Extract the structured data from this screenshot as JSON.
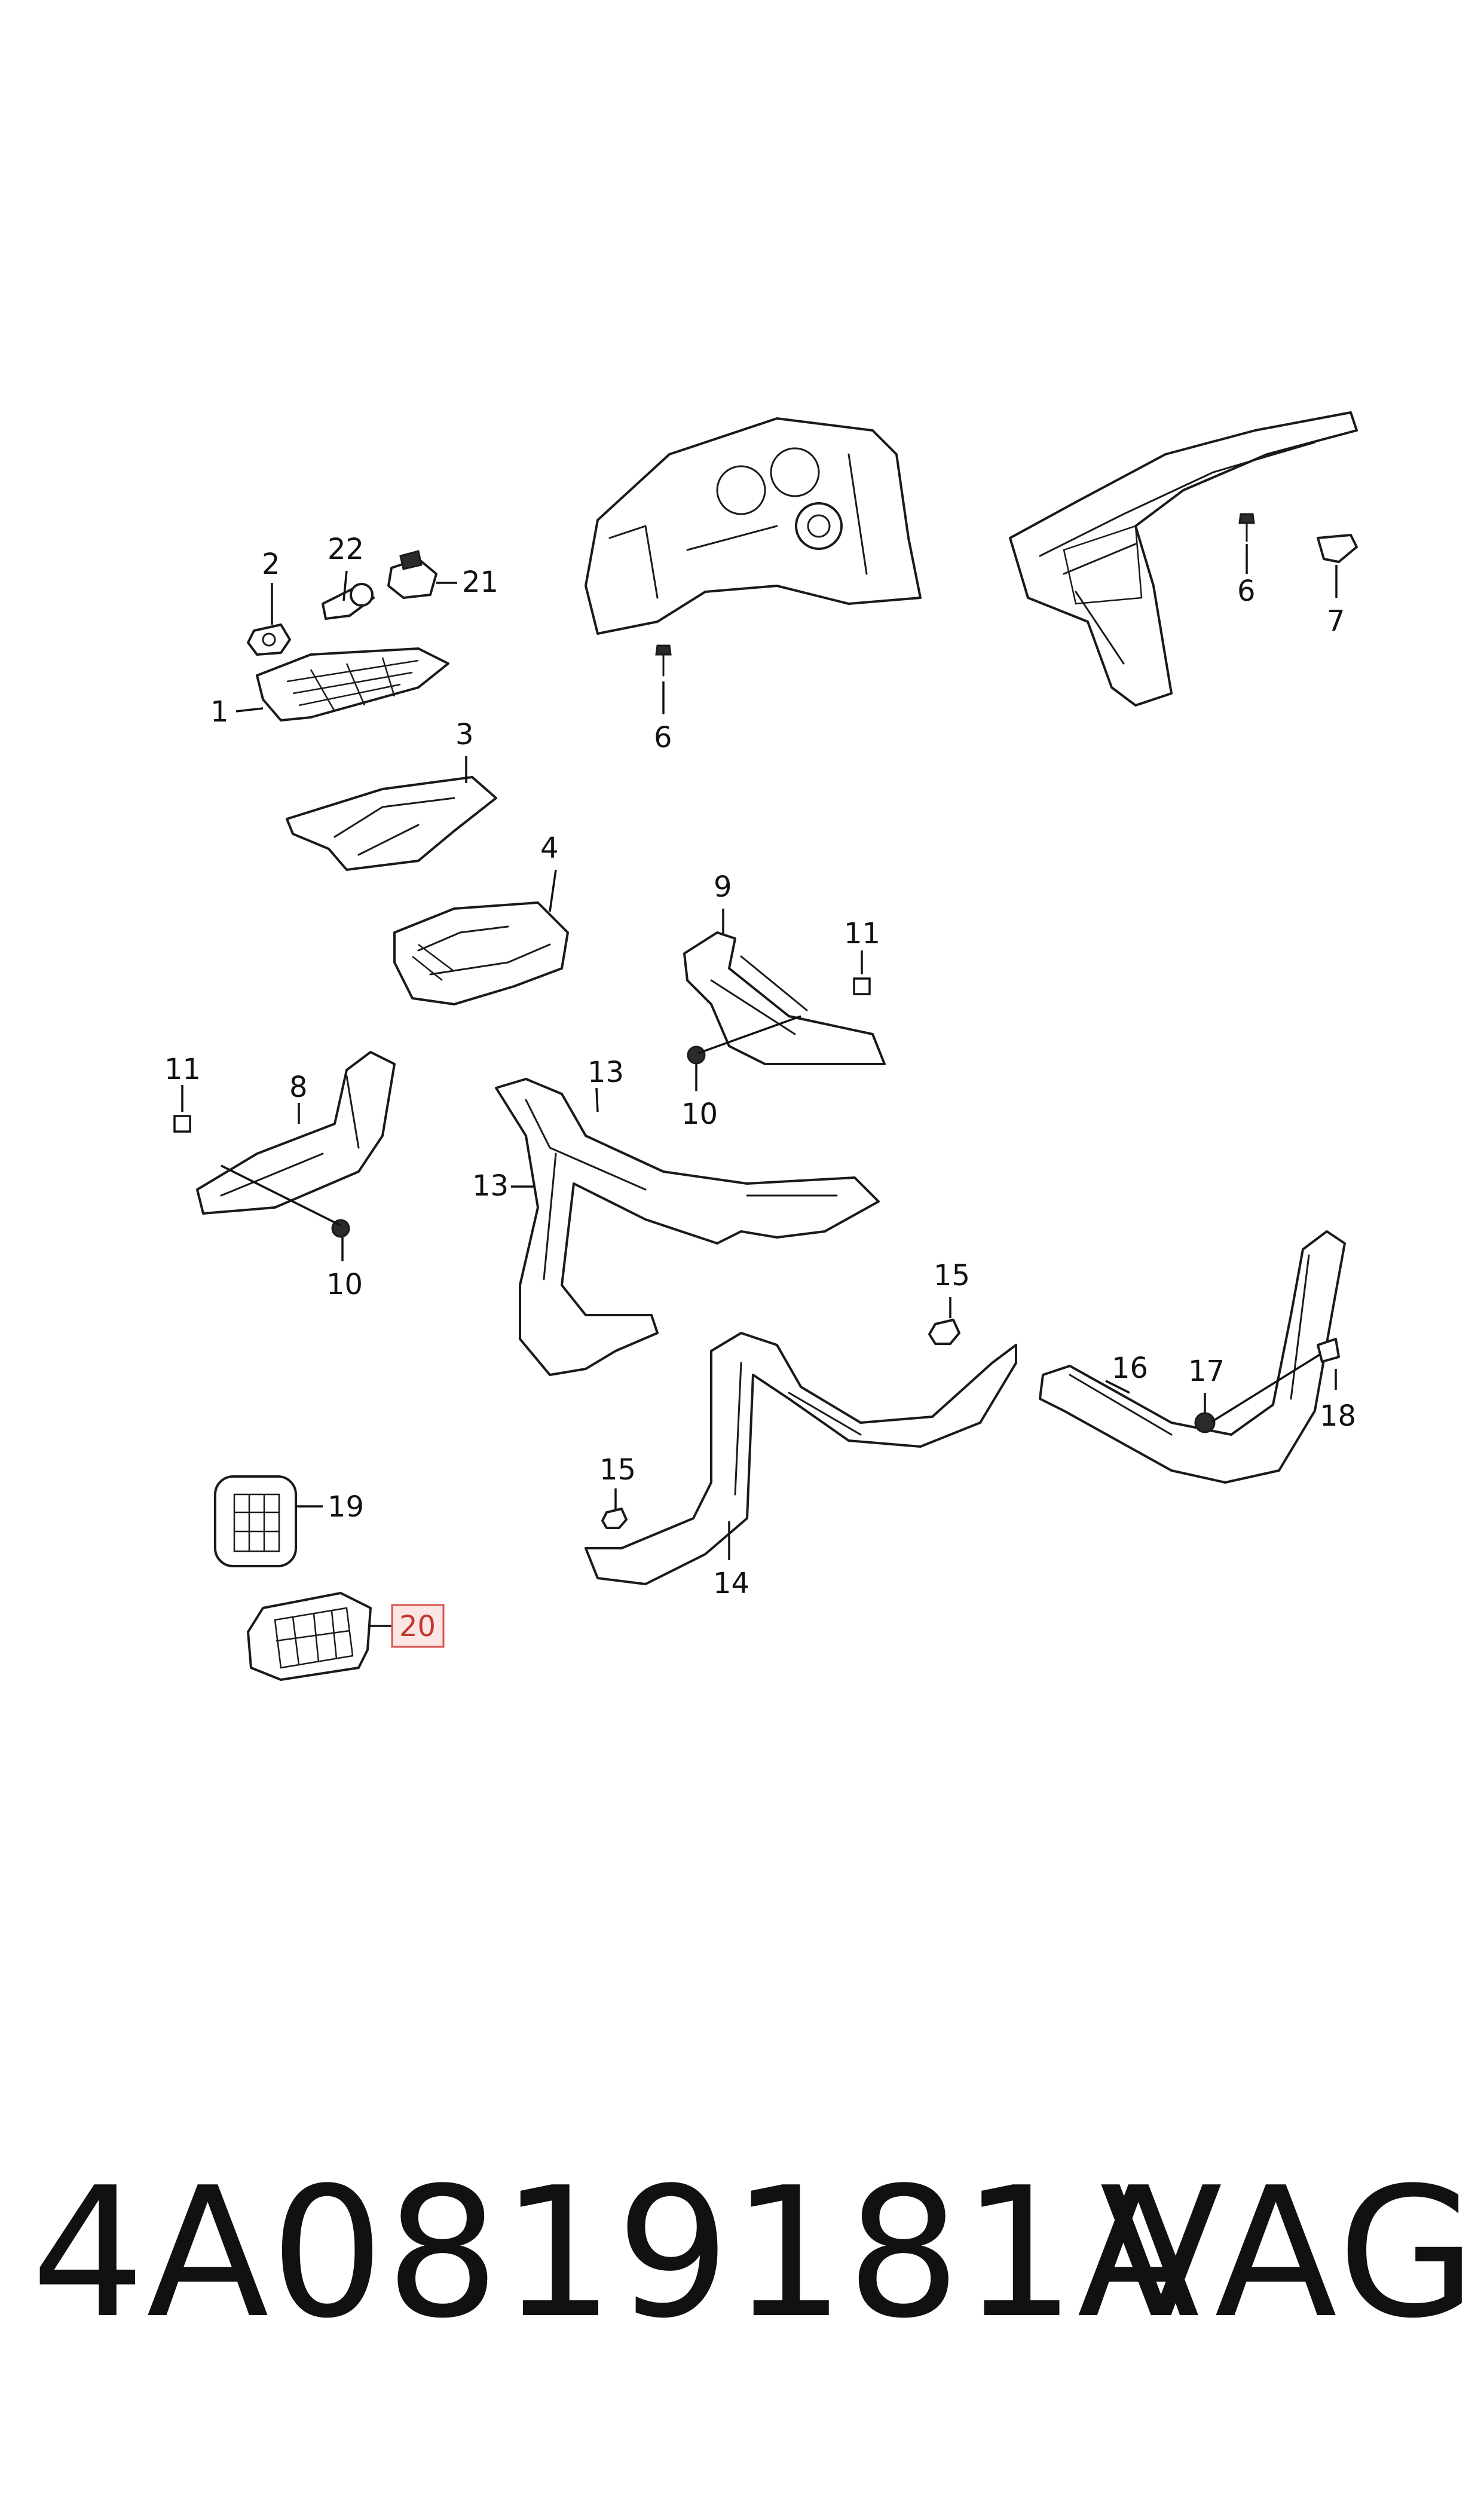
{
  "callouts": {
    "c1": "1",
    "c2": "2",
    "c3": "3",
    "c4": "4",
    "c6a": "6",
    "c6b": "6",
    "c7": "7",
    "c8": "8",
    "c9": "9",
    "c10a": "10",
    "c10b": "10",
    "c11a": "11",
    "c11b": "11",
    "c13a": "13",
    "c13b": "13",
    "c14": "14",
    "c15a": "15",
    "c15b": "15",
    "c16": "16",
    "c17": "17",
    "c18": "18",
    "c19": "19",
    "c20": "20",
    "c21": "21",
    "c22": "22"
  },
  "highlighted_callout": "20",
  "footer": {
    "part_number": "4A0819181A",
    "brand": "VAG"
  },
  "colors": {
    "line": "#1a1a1a",
    "highlight_fill": "#fbe5e5",
    "highlight_stroke": "#d9534f"
  }
}
